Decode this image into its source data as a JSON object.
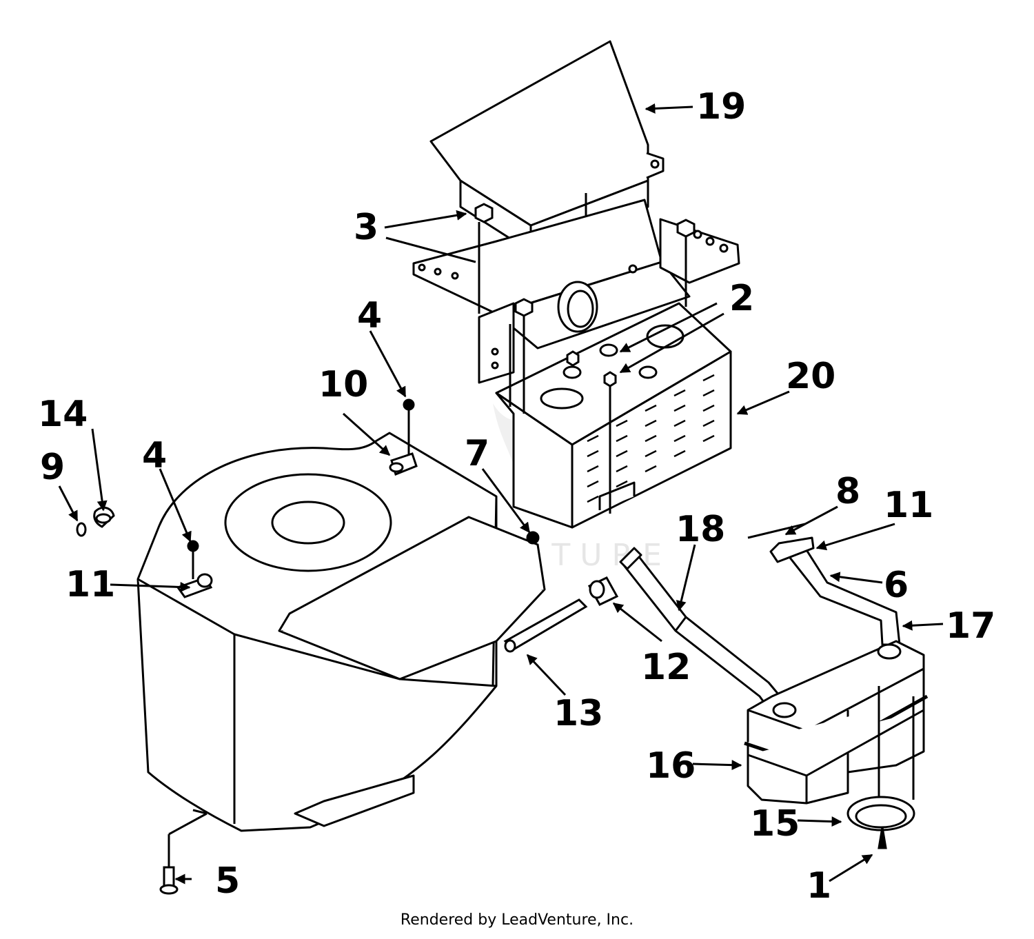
{
  "watermark_text": "LEADVENTURE",
  "footer_text": "Rendered by LeadVenture, Inc.",
  "callouts": {
    "c19": "19",
    "c3": "3",
    "c2": "2",
    "c20": "20",
    "c4a": "4",
    "c10": "10",
    "c14": "14",
    "c9": "9",
    "c4b": "4",
    "c7": "7",
    "c11a": "11",
    "c8": "8",
    "c11b": "11",
    "c18": "18",
    "c6": "6",
    "c17": "17",
    "c12": "12",
    "c13": "13",
    "c16": "16",
    "c15": "15",
    "c5": "5",
    "c1": "1"
  }
}
